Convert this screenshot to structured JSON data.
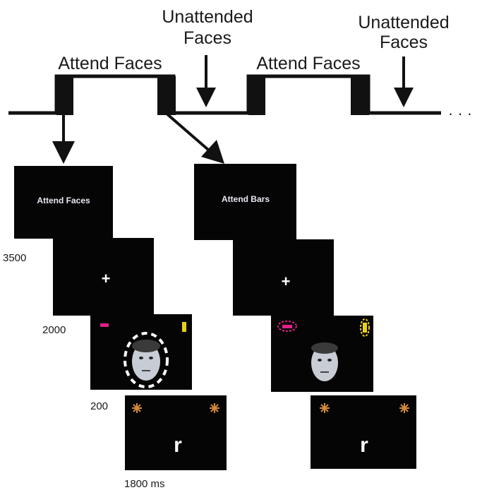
{
  "labels": {
    "attend_faces_1": "Attend Faces",
    "attend_faces_2": "Attend Faces",
    "unattended_1_line1": "Unattended",
    "unattended_1_line2": "Faces",
    "unattended_2_line1": "Unattended",
    "unattended_2_line2": "Faces",
    "ellipsis": "· · ·"
  },
  "left_sequence": {
    "cue_text": "Attend Faces",
    "fixation": "+",
    "letter": "r",
    "durations": [
      "3500",
      "2000",
      "200",
      "1800 ms"
    ]
  },
  "right_sequence": {
    "cue_text": "Attend Bars",
    "fixation": "+",
    "letter": "r"
  },
  "colors": {
    "screen": "#050505",
    "block_line": "#111111",
    "bar_left": "#e0208a",
    "bar_right": "#e8d020",
    "face_highlight": "#ffffff",
    "stimulus_star": "#d48a3a"
  }
}
